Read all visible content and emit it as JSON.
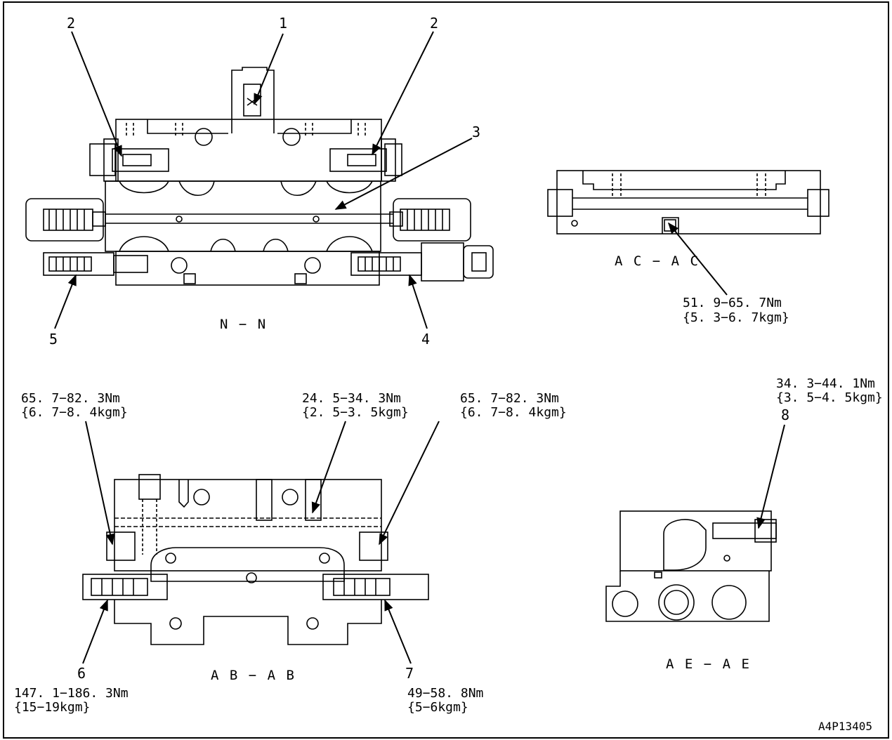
{
  "figure_id": "A4P13405",
  "sections": {
    "nn": "N − N",
    "acac": "A C − A C",
    "abab": "A B − A B",
    "aeae": "A E − A E"
  },
  "callouts": {
    "c1": "1",
    "c2a": "2",
    "c2b": "2",
    "c3": "3",
    "c4": "4",
    "c5": "5",
    "c6": "6",
    "c7": "7",
    "c8": "8"
  },
  "torques": {
    "acac_nm": "51. 9−65. 7Nm",
    "acac_kgm": "{5. 3−6. 7kgm}",
    "ab_left_nm": "65. 7−82. 3Nm",
    "ab_left_kgm": "{6. 7−8. 4kgm}",
    "ab_mid_nm": "24. 5−34. 3Nm",
    "ab_mid_kgm": "{2. 5−3. 5kgm}",
    "ab_right_nm": "65. 7−82. 3Nm",
    "ab_right_kgm": "{6. 7−8. 4kgm}",
    "ae_nm": "34. 3−44. 1Nm",
    "ae_kgm": "{3. 5−4. 5kgm}",
    "item6_nm": "147. 1−186. 3Nm",
    "item6_kgm": "{15−19kgm}",
    "item7_nm": "49−58. 8Nm",
    "item7_kgm": "{5−6kgm}"
  }
}
